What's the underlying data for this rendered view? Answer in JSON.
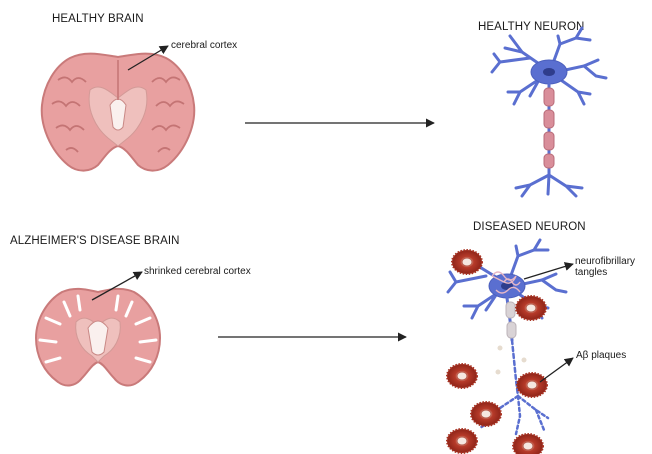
{
  "diagram": {
    "healthy_brain_title": "HEALTHY BRAIN",
    "healthy_neuron_title": "HEALTHY NEURON",
    "ad_brain_title": "ALZHEIMER'S DISEASE BRAIN",
    "diseased_neuron_title": "DISEASED NEURON",
    "label_cortex": "cerebral cortex",
    "label_shrinked_cortex": "shrinked cerebral cortex",
    "label_tangles_line1": "neurofibrillary",
    "label_tangles_line2": "tangles",
    "label_plaques": "Aβ plaques"
  },
  "colors": {
    "brain_fill": "#e8a0a0",
    "brain_stroke": "#c97a7a",
    "neuron": "#5a6fd0",
    "myelin": "#d98e9a",
    "plaque": "#b23a2a",
    "arrow": "#222222"
  },
  "icons": [
    "healthy-brain-icon",
    "healthy-neuron-icon",
    "ad-brain-icon",
    "diseased-neuron-icon",
    "amyloid-plaque-icon"
  ]
}
